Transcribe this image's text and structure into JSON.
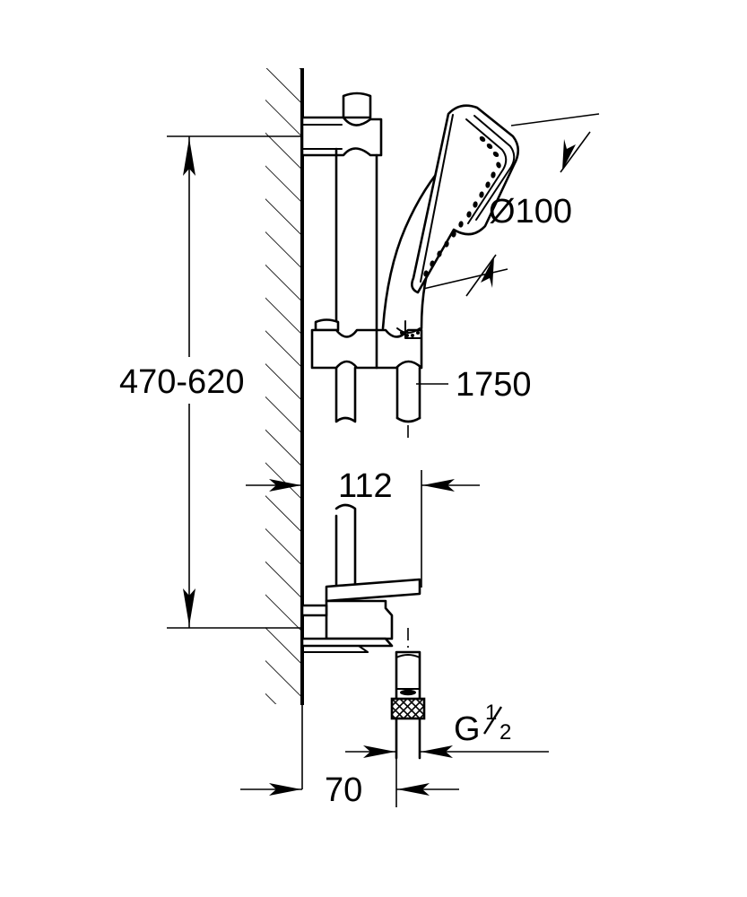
{
  "drawing": {
    "title": "Shower rail set technical dimension drawing",
    "units": "mm",
    "line_color": "#000000",
    "background_color": "#ffffff"
  },
  "dimensions": {
    "rail_travel": {
      "label": "470-620",
      "orientation": "vertical",
      "description": "Adjustable shower holder height range"
    },
    "head_diameter": {
      "label": "Ø100",
      "orientation": "angled",
      "description": "Hand shower spray face diameter"
    },
    "hose_length": {
      "label": "1750",
      "orientation": "leader",
      "description": "Shower hose length"
    },
    "projection": {
      "label": "112",
      "orientation": "horizontal",
      "description": "Projection from wall"
    },
    "wall_plate": {
      "label": "70",
      "orientation": "horizontal",
      "description": "Distance from wall face"
    },
    "thread": {
      "label_main": "G",
      "label_numerator": "1",
      "label_denominator": "2",
      "label_full": "G 1/2",
      "description": "Hose connection thread size"
    }
  },
  "components": [
    {
      "name": "wall",
      "label": "wall-section-hatched"
    },
    {
      "name": "upper-bracket",
      "label": "upper-wall-bracket"
    },
    {
      "name": "rail",
      "label": "vertical-slide-rail"
    },
    {
      "name": "slider",
      "label": "adjustable-shower-holder"
    },
    {
      "name": "hand-shower",
      "label": "hand-shower-head"
    },
    {
      "name": "hose",
      "label": "shower-hose"
    },
    {
      "name": "lower-bracket",
      "label": "lower-wall-bracket"
    },
    {
      "name": "hose-connector",
      "label": "knurled-hose-nut"
    }
  ]
}
